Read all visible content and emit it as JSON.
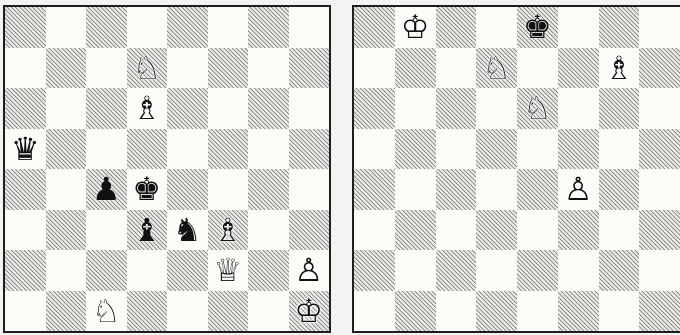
{
  "boards": [
    {
      "id": "left",
      "pieces": [
        {
          "square": "d7",
          "glyph": "♘",
          "color": "white",
          "name": "white-knight"
        },
        {
          "square": "d6",
          "glyph": "♗",
          "color": "white",
          "name": "white-bishop"
        },
        {
          "square": "a5",
          "glyph": "♛",
          "color": "black",
          "name": "black-queen"
        },
        {
          "square": "c4",
          "glyph": "♟",
          "color": "black",
          "name": "black-pawn"
        },
        {
          "square": "d4",
          "glyph": "♚",
          "color": "black",
          "name": "black-king"
        },
        {
          "square": "d3",
          "glyph": "♝",
          "color": "black",
          "name": "black-bishop"
        },
        {
          "square": "e3",
          "glyph": "♞",
          "color": "black",
          "name": "black-knight"
        },
        {
          "square": "f3",
          "glyph": "♗",
          "color": "white",
          "name": "white-bishop"
        },
        {
          "square": "f2",
          "glyph": "♕",
          "color": "white",
          "name": "white-queen"
        },
        {
          "square": "h2",
          "glyph": "♙",
          "color": "white",
          "name": "white-pawn"
        },
        {
          "square": "c1",
          "glyph": "♘",
          "color": "white",
          "name": "white-knight"
        },
        {
          "square": "h1",
          "glyph": "♔",
          "color": "white",
          "name": "white-king"
        }
      ]
    },
    {
      "id": "right",
      "pieces": [
        {
          "square": "b8",
          "glyph": "♔",
          "color": "white",
          "name": "white-king"
        },
        {
          "square": "e8",
          "glyph": "♚",
          "color": "black",
          "name": "black-king"
        },
        {
          "square": "d7",
          "glyph": "♘",
          "color": "white",
          "name": "white-knight"
        },
        {
          "square": "g7",
          "glyph": "♗",
          "color": "white",
          "name": "white-bishop"
        },
        {
          "square": "e6",
          "glyph": "♘",
          "color": "white",
          "name": "white-knight"
        },
        {
          "square": "f4",
          "glyph": "♙",
          "color": "white",
          "name": "white-pawn"
        }
      ]
    }
  ]
}
